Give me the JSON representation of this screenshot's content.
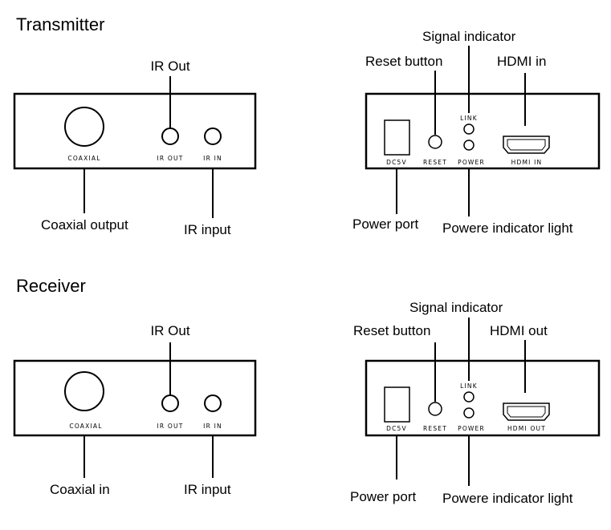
{
  "transmitter": {
    "title": "Transmitter",
    "front": {
      "panel": {
        "coaxial": "COAXIAL",
        "ir_out": "IR OUT",
        "ir_in": "IR IN"
      },
      "callouts": {
        "ir_out": "IR Out",
        "coaxial": "Coaxial output",
        "ir_in": "IR input"
      }
    },
    "back": {
      "panel": {
        "dc5v": "DC5V",
        "reset": "RESET",
        "link": "LINK",
        "power": "POWER",
        "hdmi": "HDMI IN"
      },
      "callouts": {
        "signal": "Signal indicator",
        "reset": "Reset button",
        "hdmi": "HDMI in",
        "power_port": "Power port",
        "power_light": "Powere indicator light"
      }
    }
  },
  "receiver": {
    "title": "Receiver",
    "front": {
      "panel": {
        "coaxial": "COAXIAL",
        "ir_out": "IR OUT",
        "ir_in": "IR IN"
      },
      "callouts": {
        "ir_out": "IR Out",
        "coaxial": "Coaxial in",
        "ir_in": "IR input"
      }
    },
    "back": {
      "panel": {
        "dc5v": "DC5V",
        "reset": "RESET",
        "link": "LINK",
        "power": "POWER",
        "hdmi": "HDMI OUT"
      },
      "callouts": {
        "signal": "Signal indicator",
        "reset": "Reset button",
        "hdmi": "HDMI out",
        "power_port": "Power port",
        "power_light": "Powere indicator light"
      }
    }
  }
}
